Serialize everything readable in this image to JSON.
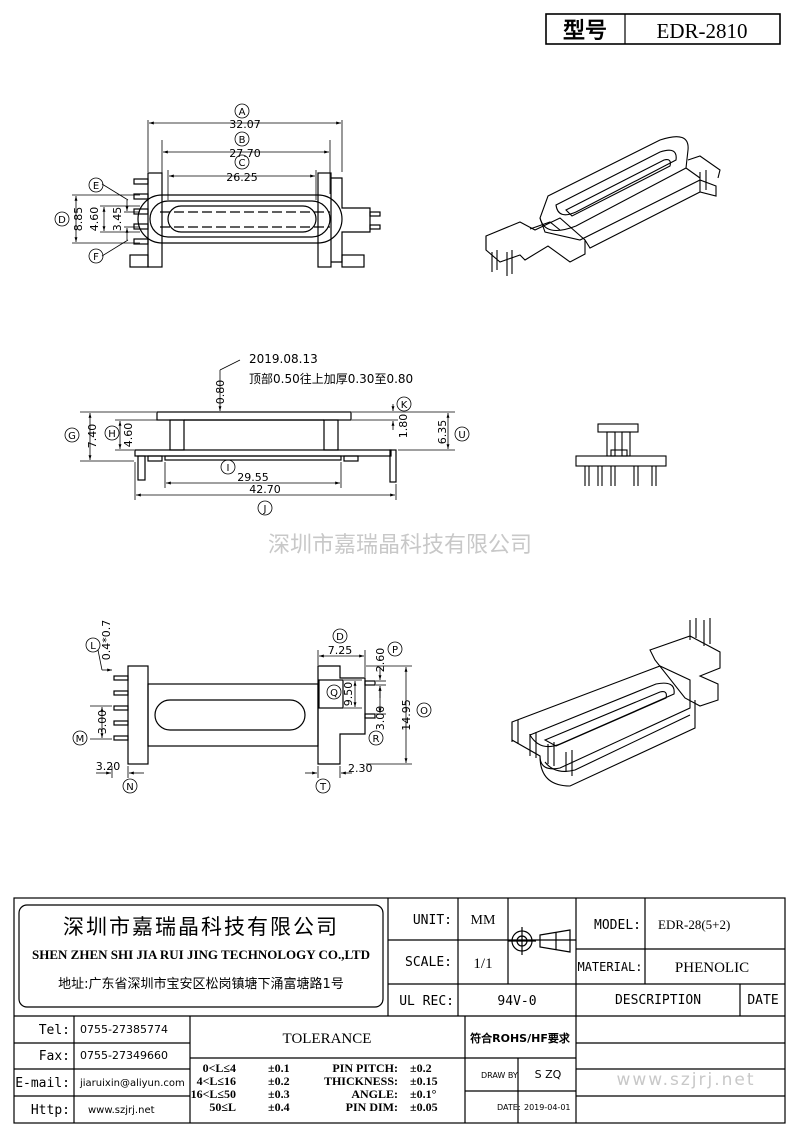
{
  "header": {
    "model_label": "型号",
    "model_value": "EDR-2810"
  },
  "labels": {
    "A": "A",
    "B": "B",
    "C": "C",
    "D": "D",
    "E": "E",
    "F": "F",
    "G": "G",
    "H": "H",
    "I": "I",
    "J": "J",
    "K": "K",
    "L": "L",
    "M": "M",
    "N": "N",
    "O": "O",
    "P": "P",
    "Q": "Q",
    "R": "R",
    "T": "T",
    "U": "U"
  },
  "dims": {
    "a": "32.07",
    "b": "27.70",
    "c": "26.25",
    "d": "8.85",
    "e": "4.60",
    "f": "3.45",
    "top": "0.80",
    "g": "7.40",
    "h": "4.60",
    "k": "1.80",
    "u": "6.35",
    "i": "29.55",
    "j": "42.70",
    "l": "0.4*0.7",
    "m": "3.00",
    "n": "3.20",
    "dd": "7.25",
    "p": "2.60",
    "q": "9.50",
    "r": "3.00",
    "o": "14.95",
    "t": "2.30"
  },
  "notes": {
    "date": "2019.08.13",
    "change": "顶部0.50往上加厚0.30至0.80"
  },
  "watermark": "深圳市嘉瑞晶科技有限公司",
  "title_block": {
    "company_cn": "深圳市嘉瑞晶科技有限公司",
    "company_en": "SHEN ZHEN SHI  JIA RUI JING  TECHNOLOGY CO.,LTD",
    "address": "地址:广东省深圳市宝安区松岗镇塘下涌富塘路1号",
    "unit_label": "UNIT:",
    "unit_value": "MM",
    "scale_label": "SCALE:",
    "scale_value": "1/1",
    "ul_label": "UL REC:",
    "ul_value": "94V-0",
    "model_label": "MODEL:",
    "model_value": "EDR-28(5+2)",
    "material_label": "MATERIAL:",
    "material_value": "PHENOLIC",
    "description_label": "DESCRIPTION",
    "date_label": "DATE",
    "tel_label": "Tel:",
    "tel_value": "0755-27385774",
    "fax_label": "Fax:",
    "fax_value": "0755-27349660",
    "email_label": "E-mail:",
    "email_value": "jiaruixin@aliyun.com",
    "http_label": "Http:",
    "http_value": "www.szjrj.net",
    "tolerance_label": "TOLERANCE",
    "rohs": "符合ROHS/HF要求",
    "draw_label": "DRAW BY:",
    "draw_value": "S ZQ",
    "date_label2": "DATE:",
    "date_value": "2019-04-01",
    "tol_rows": [
      {
        "range": "0<L≤4",
        "val": "±0.1"
      },
      {
        "range": "4<L≤16",
        "val": "±0.2"
      },
      {
        "range": "16<L≤50",
        "val": "±0.3"
      },
      {
        "range": "50≤L",
        "val": "±0.4"
      }
    ],
    "tol_right": [
      {
        "name": "PIN PITCH:",
        "val": "±0.2"
      },
      {
        "name": "THICKNESS:",
        "val": "±0.15"
      },
      {
        "name": "ANGLE:",
        "val": "±0.1°"
      },
      {
        "name": "PIN DIM:",
        "val": "±0.05"
      }
    ],
    "site_watermark": "www.szjrj.net"
  }
}
